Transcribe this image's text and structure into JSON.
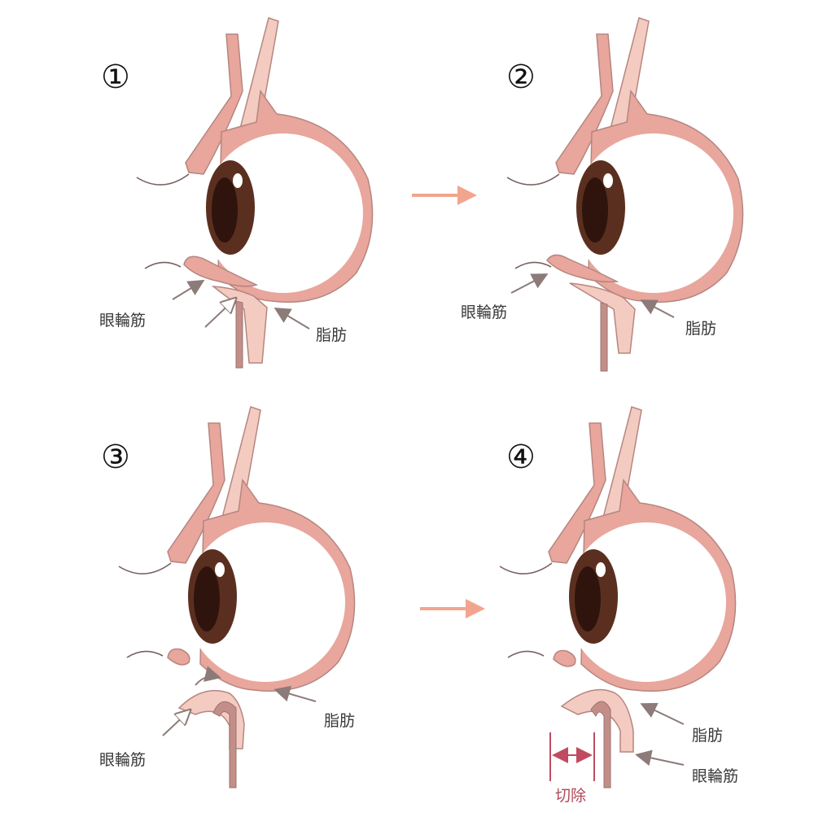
{
  "panels": [
    {
      "number": "①",
      "labels": {
        "orbicularis": "眼輪筋",
        "fat": "脂肪"
      }
    },
    {
      "number": "②",
      "labels": {
        "orbicularis": "眼輪筋",
        "fat": "脂肪"
      }
    },
    {
      "number": "③",
      "labels": {
        "orbicularis": "眼輪筋",
        "fat": "脂肪"
      }
    },
    {
      "number": "④",
      "labels": {
        "orbicularis": "眼輪筋",
        "fat": "脂肪",
        "excision": "切除"
      }
    }
  ],
  "colors": {
    "sclera_ring": "#e8a69c",
    "ring_outline": "#b58680",
    "iris": "#5b2f1f",
    "pupil": "#2e140d",
    "flow_arrow": "#f2a58e",
    "pointer_arrow": "#8c7b78",
    "skin_line": "#7a6060",
    "excision_marker": "#c04b60"
  }
}
